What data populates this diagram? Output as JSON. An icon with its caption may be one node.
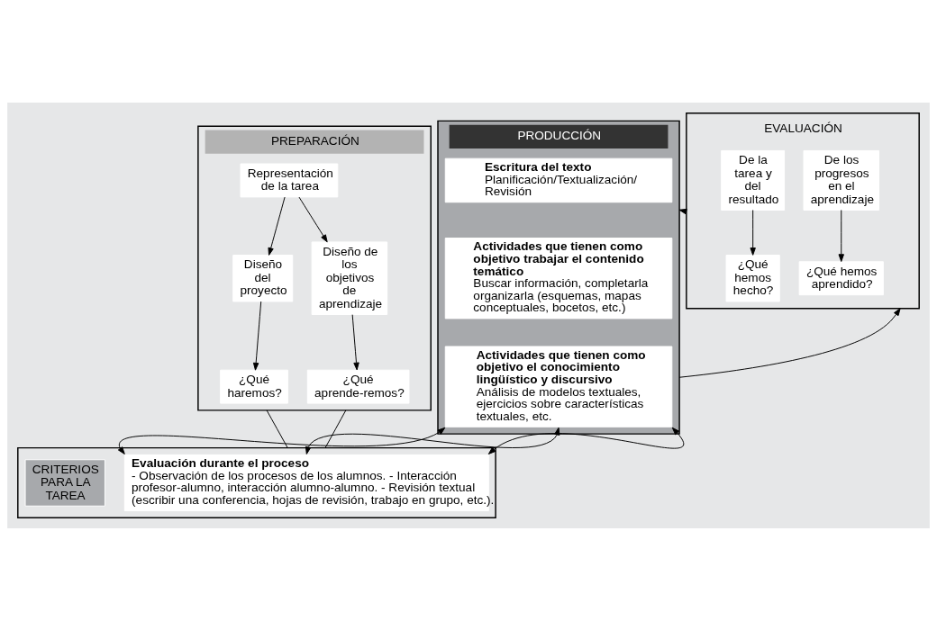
{
  "diagram": {
    "nodes": [
      {
        "text": [
          "PREPARACIÓN"
        ]
      },
      {
        "text": [
          "Representación de la tarea"
        ],
        "in": 0
      },
      {
        "text": [
          "Diseño del proyecto"
        ],
        "in": 0
      },
      {
        "text": [
          "Diseño de los objetivos de aprendizaje"
        ],
        "in": 0
      },
      {
        "text": [
          "¿Qué haremos?"
        ],
        "in": 0
      },
      {
        "text": [
          "¿Qué aprende-remos?"
        ],
        "in": 0
      },
      {
        "text": [
          "PRODUCCIÓN"
        ]
      },
      {
        "text": [
          "Escritura del texto",
          "Planificación/Textualización/ Revisión"
        ],
        "in": 6
      },
      {
        "text": [
          "Actividades que tienen como objetivo trabajar el contenido temático",
          "Buscar información, completarla organizarla (esquemas, mapas conceptuales, bocetos, etc.)"
        ],
        "in": 6
      },
      {
        "text": [
          "Actividades que tienen como objetivo el conocimiento lingüístico y discursivo",
          "Análisis de modelos textuales, ejercicios sobre características textuales, etc."
        ],
        "in": 6
      },
      {
        "text": [
          "EVALUACIÓN"
        ]
      },
      {
        "text": [
          "De la tarea y del resultado"
        ],
        "in": 10
      },
      {
        "text": [
          "De los progresos en el aprendizaje"
        ],
        "in": 10
      },
      {
        "text": [
          "¿Qué hemos hecho?"
        ],
        "in": 10
      },
      {
        "text": [
          "¿Qué hemos aprendido?"
        ],
        "in": 10
      },
      {
        "text": [],
        "shape": "box"
      },
      {
        "text": [
          "CRITERIOS PARA LA TAREA"
        ],
        "in": 15
      },
      {
        "text": [
          "Evaluación durante el proceso",
          "- Observación de los procesos de los alumnos. - Interacción profesor-alumno, interacción alumno-alumno. - Revisión textual (escribir una conferencia, hojas de revisión, trabajo en grupo, etc.)."
        ],
        "in": 15
      }
    ],
    "edges": [
      {
        "from": 1,
        "to": 2,
        "arrow": "to"
      },
      {
        "from": 1,
        "to": 3,
        "arrow": "to"
      },
      {
        "from": 2,
        "to": 4,
        "arrow": "to"
      },
      {
        "from": 3,
        "to": 5,
        "arrow": "to"
      },
      {
        "from": 11,
        "to": 13,
        "arrow": "to"
      },
      {
        "from": 12,
        "to": 14,
        "arrow": "to"
      },
      {
        "from": 6,
        "to": 10,
        "arrow": "to"
      },
      {
        "from": 10,
        "to": 6,
        "arrow": "to"
      },
      {
        "from": 0,
        "to": 15,
        "arrow": "none"
      },
      {
        "from": 0,
        "to": 15,
        "arrow": "none"
      },
      {
        "from": 6,
        "to": 15,
        "arrow": "both"
      },
      {
        "from": 6,
        "to": 15,
        "arrow": "both"
      },
      {
        "from": 6,
        "to": 15,
        "arrow": "both"
      }
    ]
  }
}
